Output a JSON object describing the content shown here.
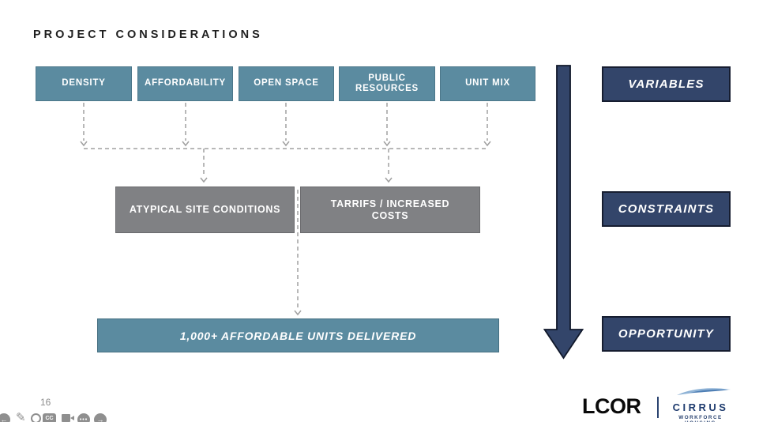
{
  "slide": {
    "title": "PROJECT CONSIDERATIONS",
    "variables": [
      "DENSITY",
      "AFFORDABILITY",
      "OPEN SPACE",
      "PUBLIC RESOURCES",
      "UNIT MIX"
    ],
    "constraints": [
      "ATYPICAL SITE CONDITIONS",
      "TARRIFS / INCREASED COSTS"
    ],
    "outcome": "1,000+ AFFORDABLE UNITS DELIVERED",
    "stages": [
      "VARIABLES",
      "CONSTRAINTS",
      "OPPORTUNITY"
    ],
    "colors": {
      "teal": "#5b8ba0",
      "gray": "#808184",
      "navy": "#33456a",
      "navy_border": "#161d30",
      "connector_gray": "#a0a0a0"
    }
  },
  "footer": {
    "page_number": "16",
    "captions_label": "CC",
    "toolbar_icons": [
      "previous-slide",
      "pen",
      "zoom",
      "captions",
      "camera",
      "more-options",
      "next-slide"
    ],
    "logos": {
      "lcor": "LCOR",
      "cirrus": "CIRRUS",
      "cirrus_tagline": "WORKFORCE HOUSING"
    }
  }
}
